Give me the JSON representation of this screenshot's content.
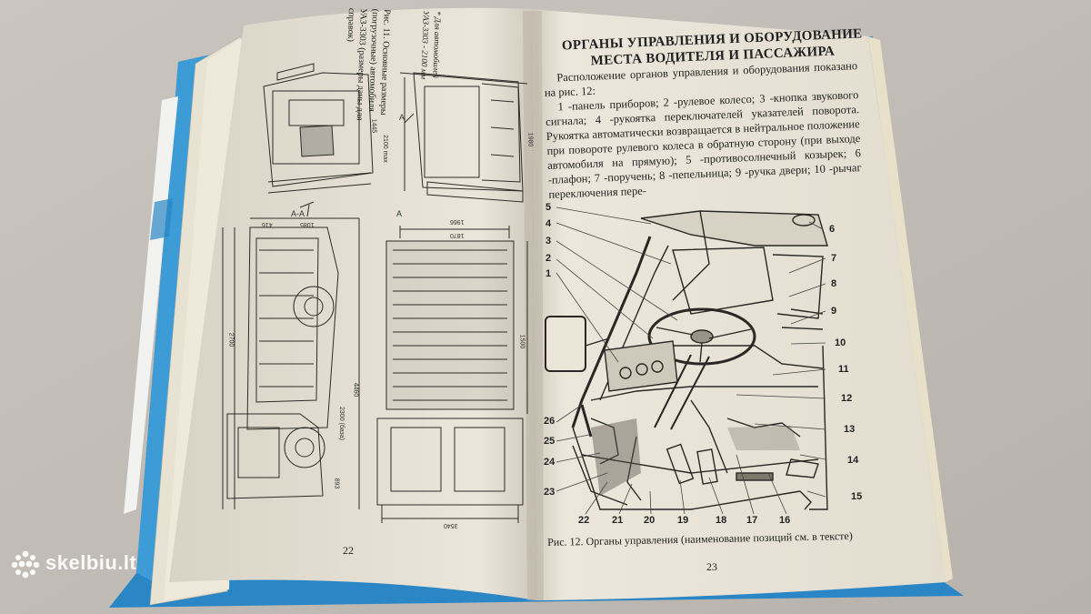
{
  "right_page": {
    "heading_line1": "ОРГАНЫ УПРАВЛЕНИЯ И ОБОРУДОВАНИЕ",
    "heading_line2": "МЕСТА ВОДИТЕЛЯ И ПАССАЖИРА",
    "paragraph1": "Расположение органов управления и оборудования показано на рис. 12:",
    "paragraph2": "1 -панель приборов; 2 -рулевое колесо; 3 -кнопка звукового сигнала; 4 -рукоятка переключателей указателей поворота. Рукоятка автоматически возвращается в нейтральное положение при повороте рулевого колеса в обратную сторону (при выходе автомобиля на прямую); 5 -противосолнечный козырек; 6 -плафон; 7 -поручень; 8 -пепельница; 9 -ручка двери; 10 -рычаг переключения пере-",
    "figure_caption": "Рис. 12. Органы управления (наименование позиций см. в тексте)",
    "page_number": "23",
    "callouts_left": [
      "5",
      "4",
      "3",
      "2",
      "1",
      "26",
      "25",
      "24",
      "23"
    ],
    "callouts_right": [
      "6",
      "7",
      "8",
      "9",
      "10",
      "11",
      "12",
      "13",
      "14",
      "15"
    ],
    "callouts_bottom": [
      "22",
      "21",
      "20",
      "19",
      "18",
      "17",
      "16"
    ]
  },
  "left_page": {
    "caption_line1": "Рис. 11. Основные размеры (погрузочные) автомобиля УАЗ-3303 (размеры даны для справок)",
    "caption_line2": "* Для автомобилей УАЗ-3303 - 2100 мм",
    "page_number": "22",
    "dimensions": [
      "1445",
      "2100 max",
      "1980",
      "1085",
      "1870",
      "1966",
      "416",
      "2700",
      "4460",
      "2300 (база)",
      "893",
      "3540",
      "1500"
    ],
    "labels": [
      "А",
      "А-А",
      "А"
    ]
  },
  "watermark": {
    "text": "skelbiu.lt"
  },
  "colors": {
    "cover_blue": "#2a86c4",
    "paper": "#e6e0d4",
    "table": "#c3bdb7"
  }
}
